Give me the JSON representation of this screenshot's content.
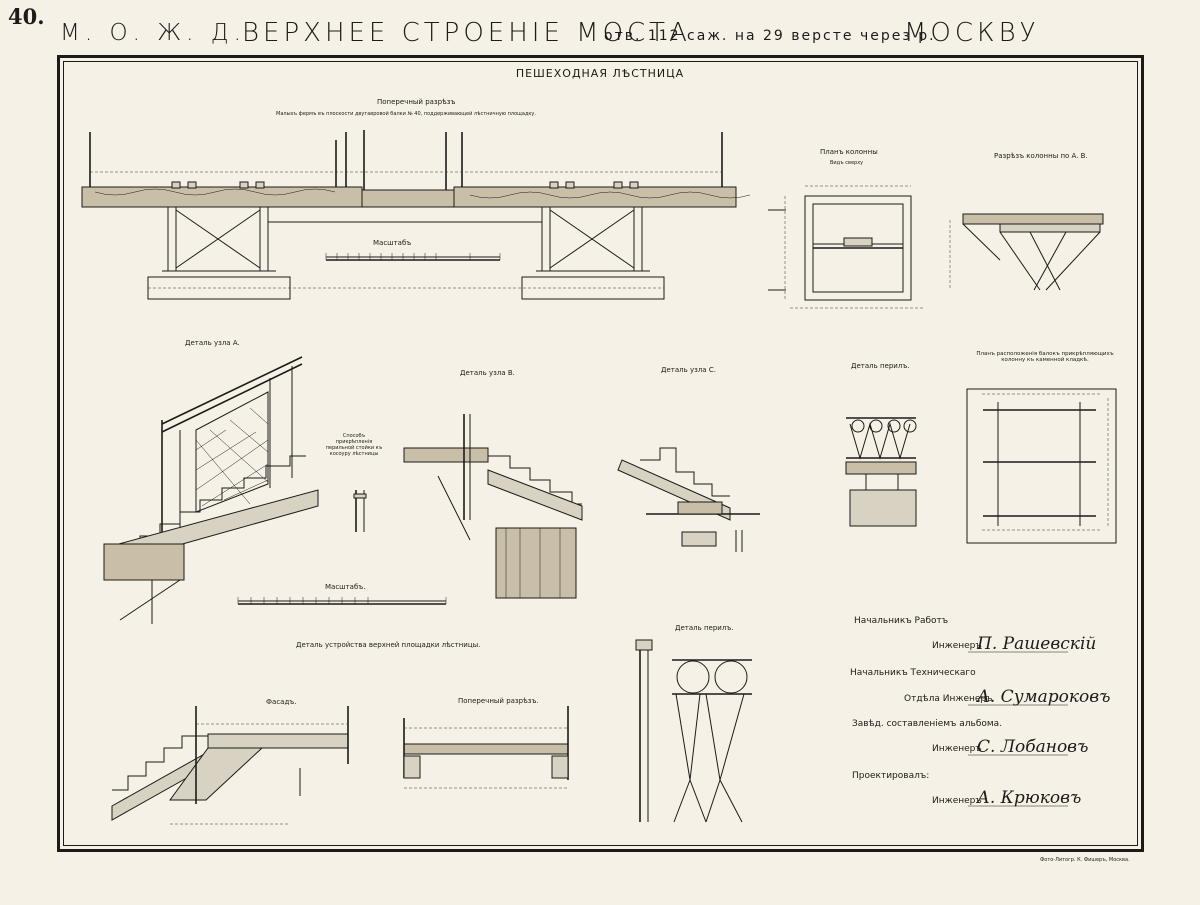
{
  "header": {
    "page_number": "40.",
    "railway": "М. О. Ж. Д.",
    "title": "ВЕРХНЕЕ СТРОЕНІЕ МОСТА",
    "subtitle": "отв. 112 саж. на 29 версте через р.",
    "river": "МОСКВУ"
  },
  "sheet_title": "ПЕШЕХОДНАЯ ЛѢСТНИЦА",
  "views": {
    "cross_section_title": "Поперечный разрѣзъ",
    "cross_section_caption": "Малыхъ фермъ въ плоскости двутавровой балки № 40, поддерживающей лѣстничную площадку.",
    "scale_label_top": "Масштабъ",
    "column_plan": "Планъ колонны",
    "column_plan_sub": "Видъ сверху",
    "column_section": "Разрѣзъ колонны по A. B.",
    "detail_a": "Деталь узла A.",
    "detail_a_note": "Способъ прикрѣпленія перильной стойки къ косоуру лѣстницы",
    "detail_b": "Деталь узла B.",
    "detail_c": "Деталь узла C.",
    "railing_detail": "Деталь перилъ.",
    "beam_plan": "Планъ расположенія балокъ прикрѣпляющихъ колонну къ каменной кладкѣ.",
    "scale_label_bottom": "Масштабъ.",
    "upper_landing": "Деталь устройства верхней площадки лѣстницы.",
    "facade": "Фасадъ.",
    "landing_section": "Поперечный разрѣзъ.",
    "railing_detail_2": "Деталь перилъ."
  },
  "signatures": {
    "chief_works": "Начальникъ Работъ",
    "engineer_label_1": "Инженеръ",
    "engineer_1": "П. Рашевскій",
    "chief_tech": "Начальникъ Техническаго",
    "dept_engineer": "Отдѣла Инженеръ",
    "engineer_2": "А. Сумароковъ",
    "album_head": "Завѣд. составленіемъ альбома.",
    "engineer_label_3": "Инженеръ",
    "engineer_3": "С. Лобановъ",
    "designed": "Проектировалъ:",
    "engineer_label_4": "Инженеръ",
    "engineer_4": "А. Крюковъ"
  },
  "printer": "Фото-Литогр. К. Фишеръ, Москва."
}
